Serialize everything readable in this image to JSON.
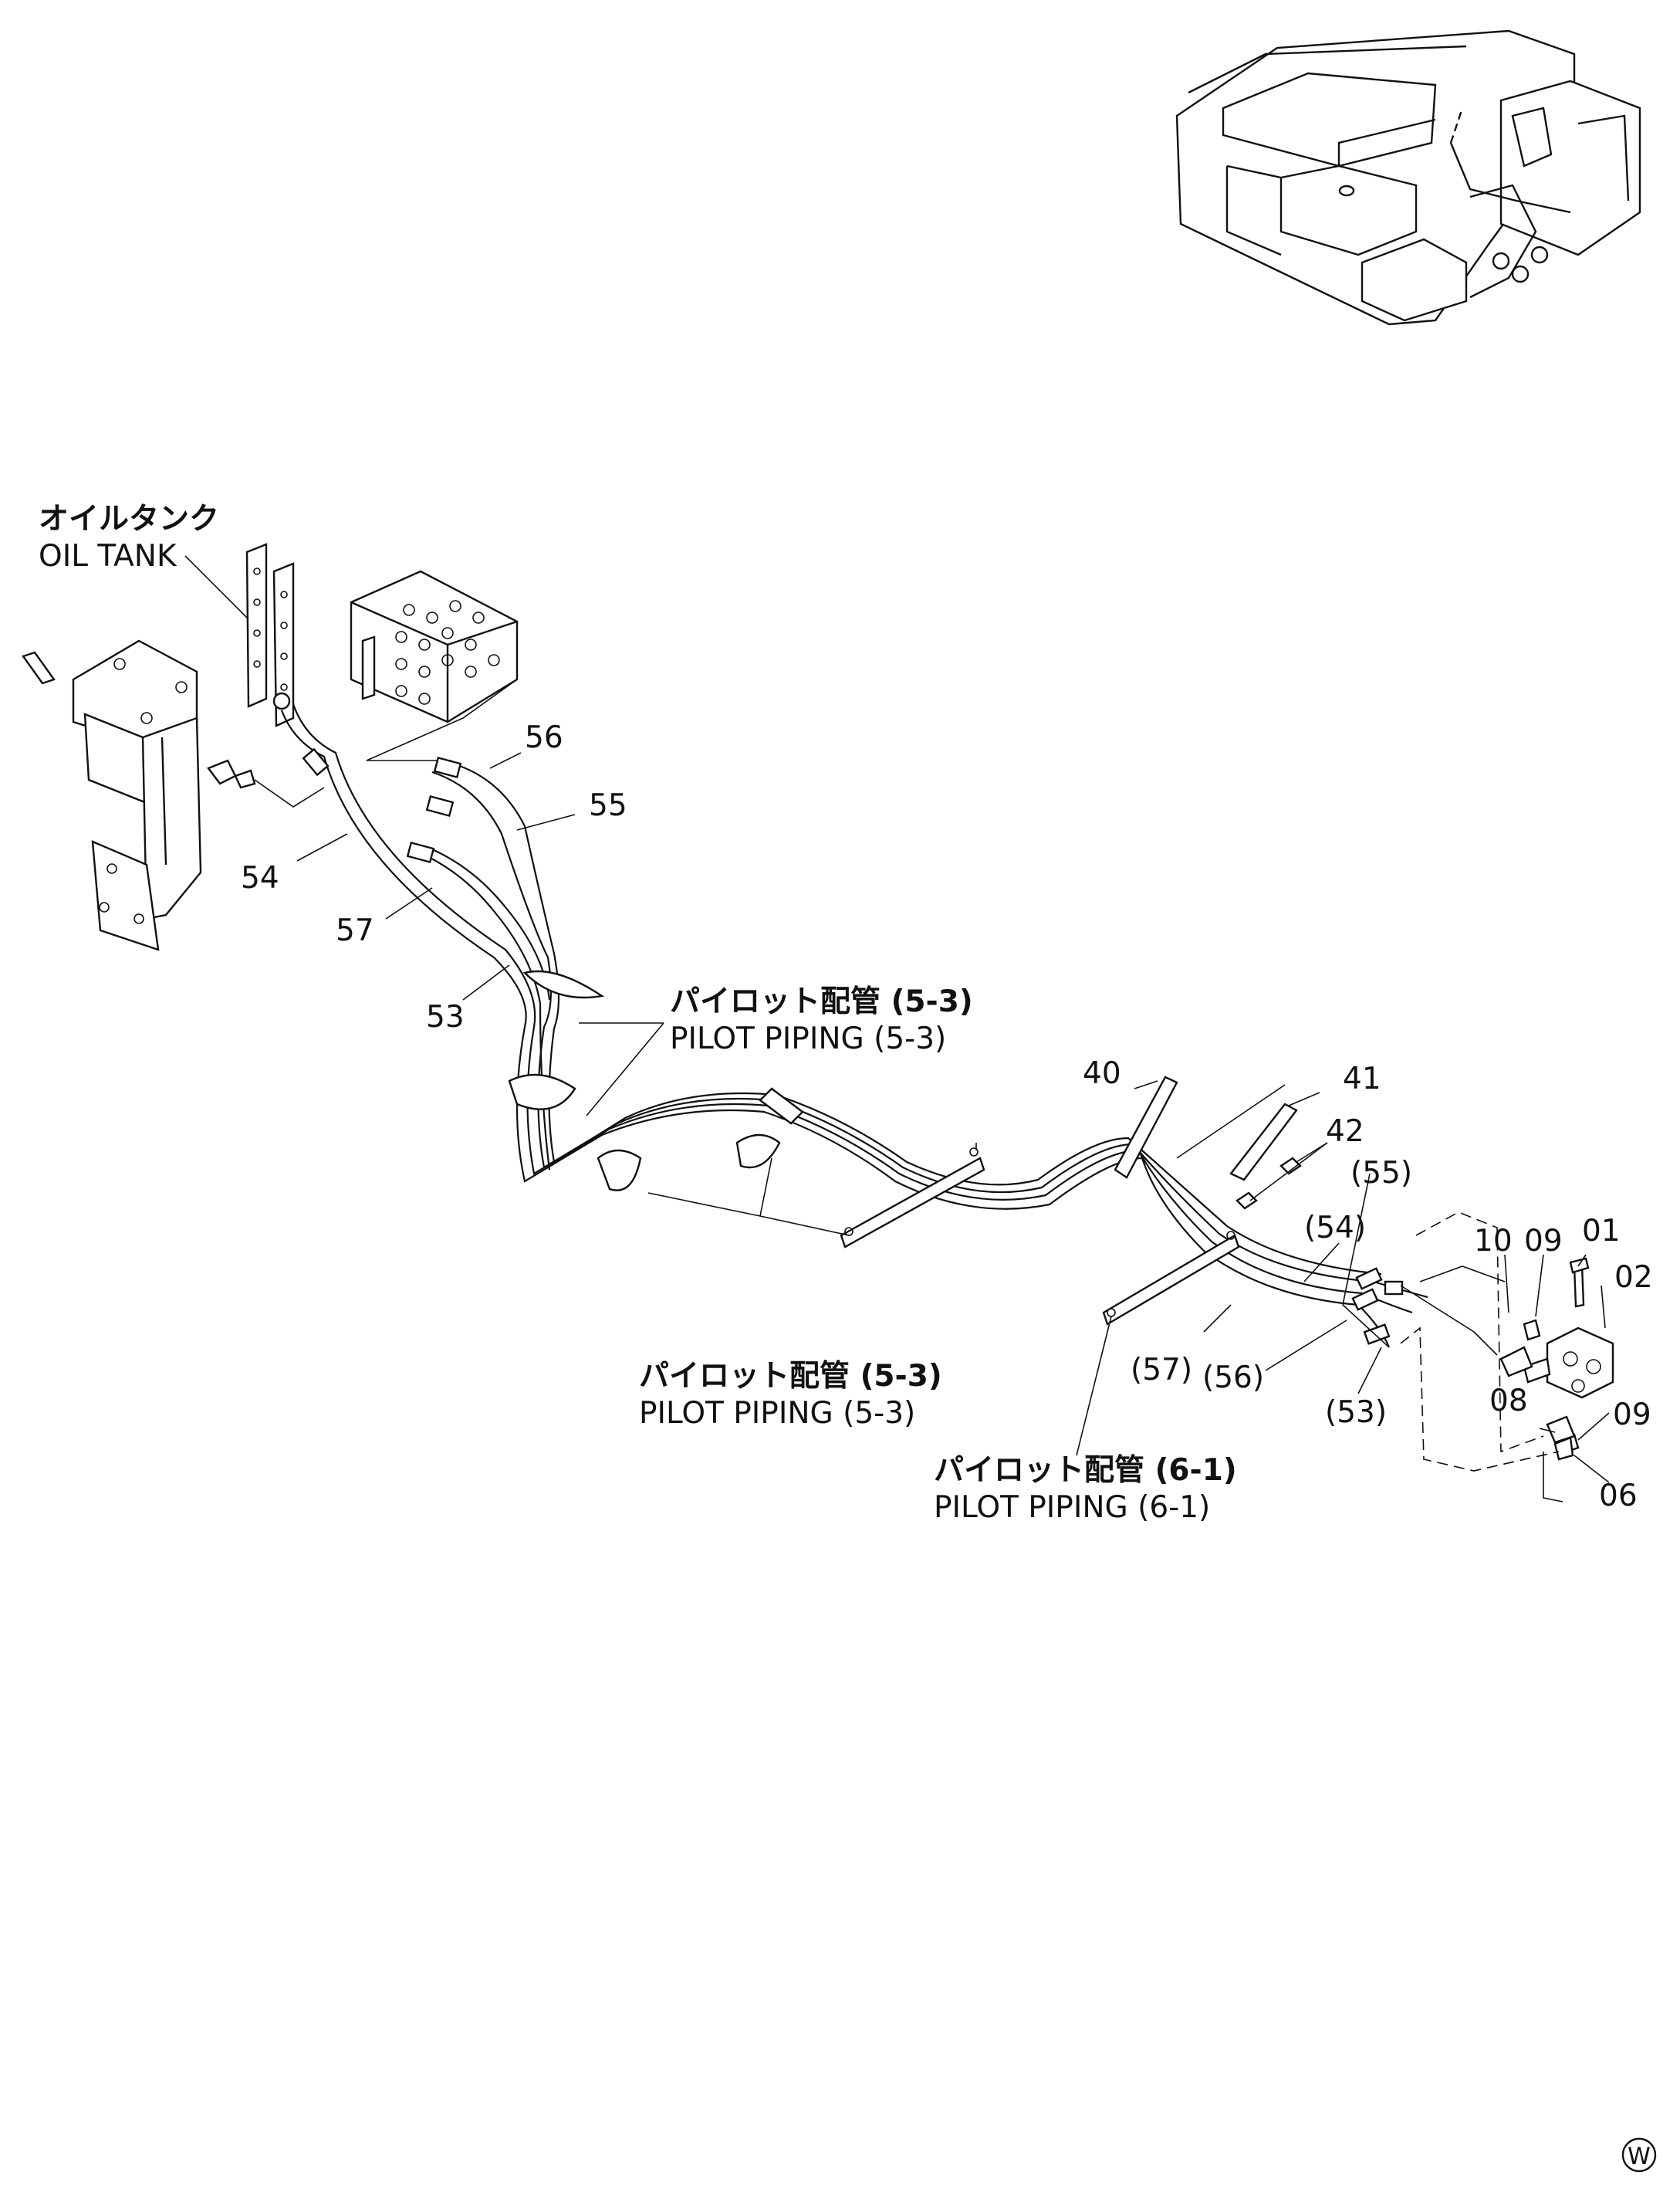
{
  "oil_tank": {
    "jp": "オイルタンク",
    "en": "OIL  TANK"
  },
  "callouts": {
    "n56": "56",
    "n55": "55",
    "n54": "54",
    "n57": "57",
    "n53": "53",
    "n40": "40",
    "n41": "41",
    "n42": "42",
    "p55": "(55)",
    "p54": "(54)",
    "p57": "(57)",
    "p56": "(56)",
    "p53": "(53)",
    "n10": "10",
    "n09a": "09",
    "n01": "01",
    "n02": "02",
    "n08": "08",
    "n09b": "09",
    "n06": "06"
  },
  "refs": [
    {
      "jp": "パイロット配管 (5-3)",
      "en": "PILOT  PIPING (5-3)"
    },
    {
      "jp": "パイロット配管 (5-3)",
      "en": "PILOT  PIPING (5-3)"
    },
    {
      "jp": "パイロット配管 (6-1)",
      "en": "PILOT  PIPING (6-1)"
    }
  ],
  "corner_mark": "W"
}
